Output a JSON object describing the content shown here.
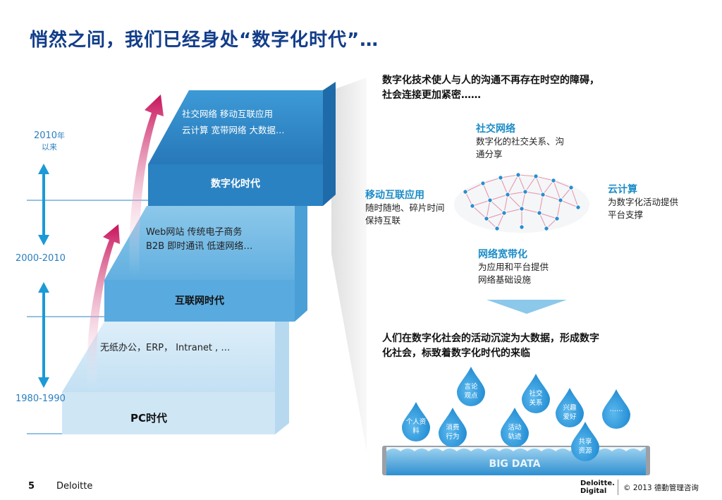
{
  "slide": {
    "title": "悄然之间，我们已经身处“数字化时代”…",
    "page_number": "5",
    "footer_brand": "Deloitte",
    "footer_logo_line1": "Deloitte.",
    "footer_logo_line2": "Digital",
    "copyright": "© 2013 德勤管理咨询"
  },
  "timeline": {
    "year_2010": "2010",
    "year_2010_suffix": "年",
    "year_2010_line2": "以来",
    "year_2000": "2000-2010",
    "year_1980": "1980-1990"
  },
  "steps": {
    "digital": {
      "label": "数字化时代",
      "line1": "社交网络  移动互联应用",
      "line2": "云计算 宽带网络 大数据…"
    },
    "internet": {
      "label": "互联网时代",
      "line1": "Web网站 传统电子商务",
      "line2": "B2B 即时通讯  低速网络…"
    },
    "pc": {
      "label": "PC时代",
      "line1": "无纸办公，ERP， Intranet , …"
    }
  },
  "right_panel": {
    "intro_line1": "数字化技术使人与人的沟通不再存在时空的障碍，",
    "intro_line2": "社会连接更加紧密……",
    "social": {
      "title": "社交网络",
      "desc1": "数字化的社交关系、沟",
      "desc2": "通分享"
    },
    "mobile": {
      "title": "移动互联应用",
      "desc1": "随时随地、碎片时间",
      "desc2": "保持互联"
    },
    "cloud": {
      "title": "云计算",
      "desc1": "为数字化活动提供",
      "desc2": "平台支撑"
    },
    "broadband": {
      "title": "网络宽带化",
      "desc1": "为应用和平台提供",
      "desc2": "网络基础设施"
    },
    "bigdata_line1": "人们在数字化社会的活动沉淀为大数据，形成数字",
    "bigdata_line2": "化社会，标致着数字化时代的来临",
    "bigdata_label": "BIG DATA"
  },
  "drops": [
    {
      "l1": "言论",
      "l2": "观点"
    },
    {
      "l1": "社交",
      "l2": "关系"
    },
    {
      "l1": "兴趣",
      "l2": "爱好"
    },
    {
      "l1": "……",
      "l2": ""
    },
    {
      "l1": "个人资",
      "l2": "料"
    },
    {
      "l1": "消费",
      "l2": "行为"
    },
    {
      "l1": "活动",
      "l2": "轨迹"
    },
    {
      "l1": "共享",
      "l2": "资源"
    }
  ],
  "colors": {
    "title": "#123d8a",
    "accent_blue": "#1b8cc7",
    "arrow_magenta": "#c8125a",
    "step_dark": "#2a86c4",
    "step_mid": "#5aaee0",
    "step_light": "#d6ebf7"
  }
}
